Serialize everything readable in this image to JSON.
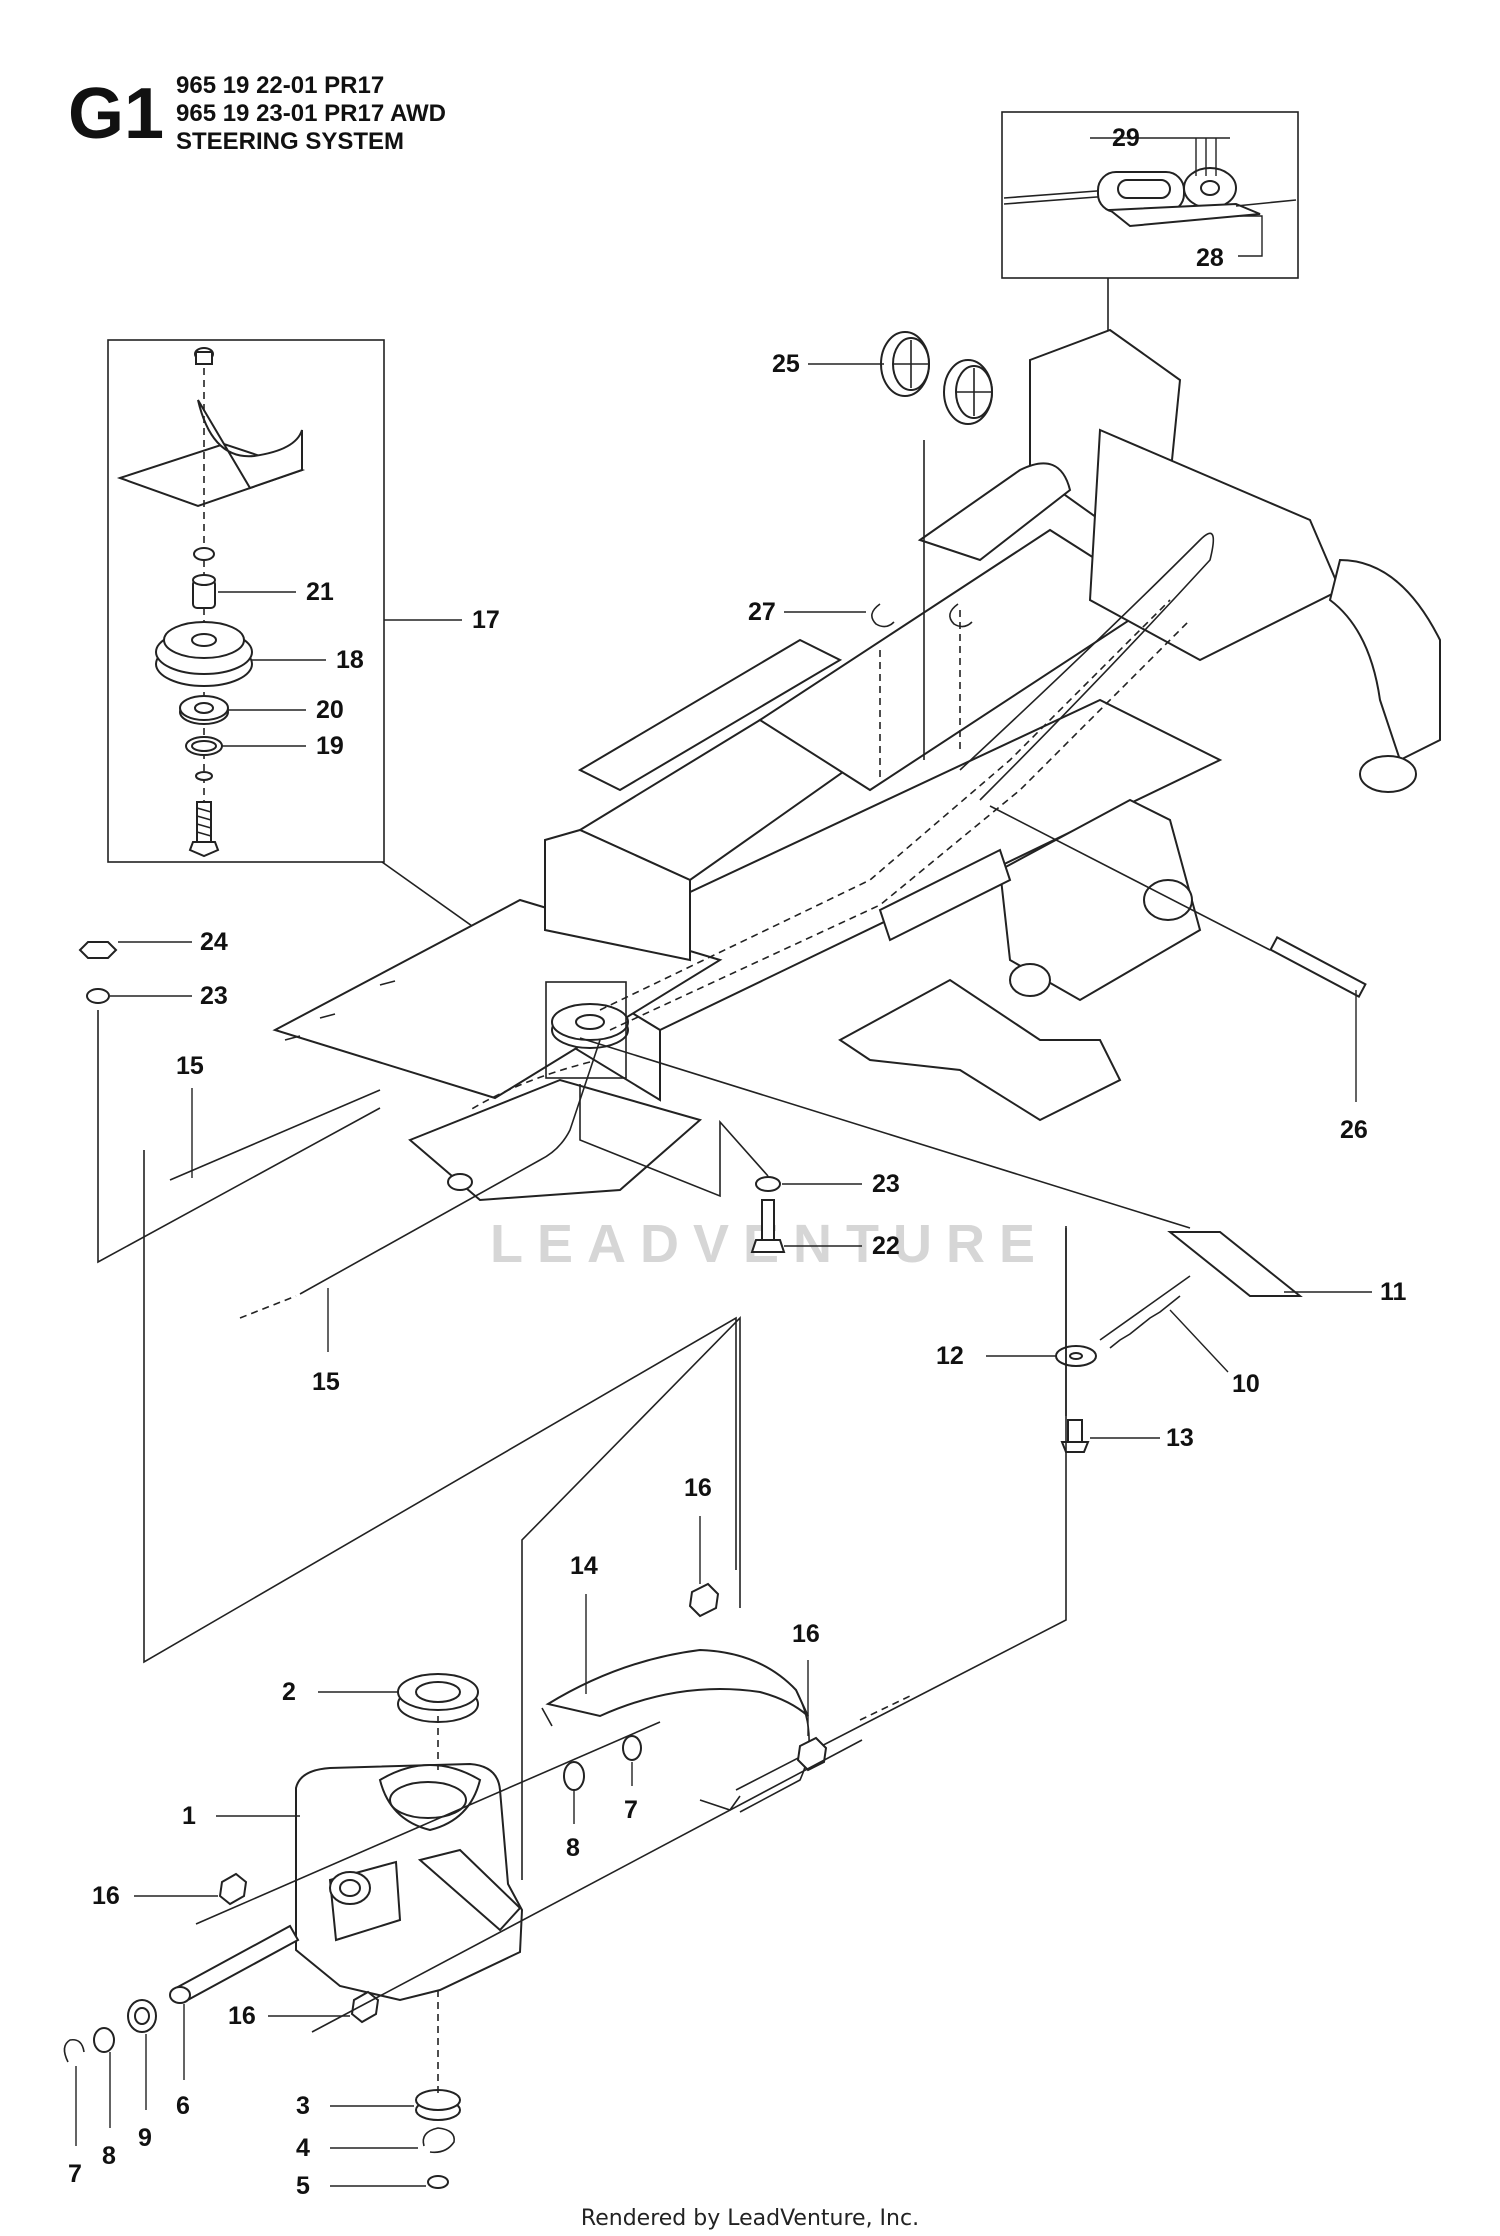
{
  "header": {
    "code": "G1",
    "lines": [
      "965 19 22-01 PR17",
      "965 19 23-01 PR17 AWD",
      "STEERING SYSTEM"
    ]
  },
  "footer": "Rendered by LeadVenture, Inc.",
  "watermark": "LEADVENTURE",
  "callouts": {
    "c1": "1",
    "c2": "2",
    "c3": "3",
    "c4": "4",
    "c5": "5",
    "c6": "6",
    "c7a": "7",
    "c7b": "7",
    "c8a": "8",
    "c8b": "8",
    "c9": "9",
    "c10": "10",
    "c11": "11",
    "c12": "12",
    "c13": "13",
    "c14": "14",
    "c15a": "15",
    "c15b": "15",
    "c16a": "16",
    "c16b": "16",
    "c16c": "16",
    "c16d": "16",
    "c17": "17",
    "c18": "18",
    "c19": "19",
    "c20": "20",
    "c21": "21",
    "c22": "22",
    "c23a": "23",
    "c23b": "23",
    "c24": "24",
    "c25": "25",
    "c26": "26",
    "c27": "27",
    "c28": "28",
    "c29": "29"
  }
}
